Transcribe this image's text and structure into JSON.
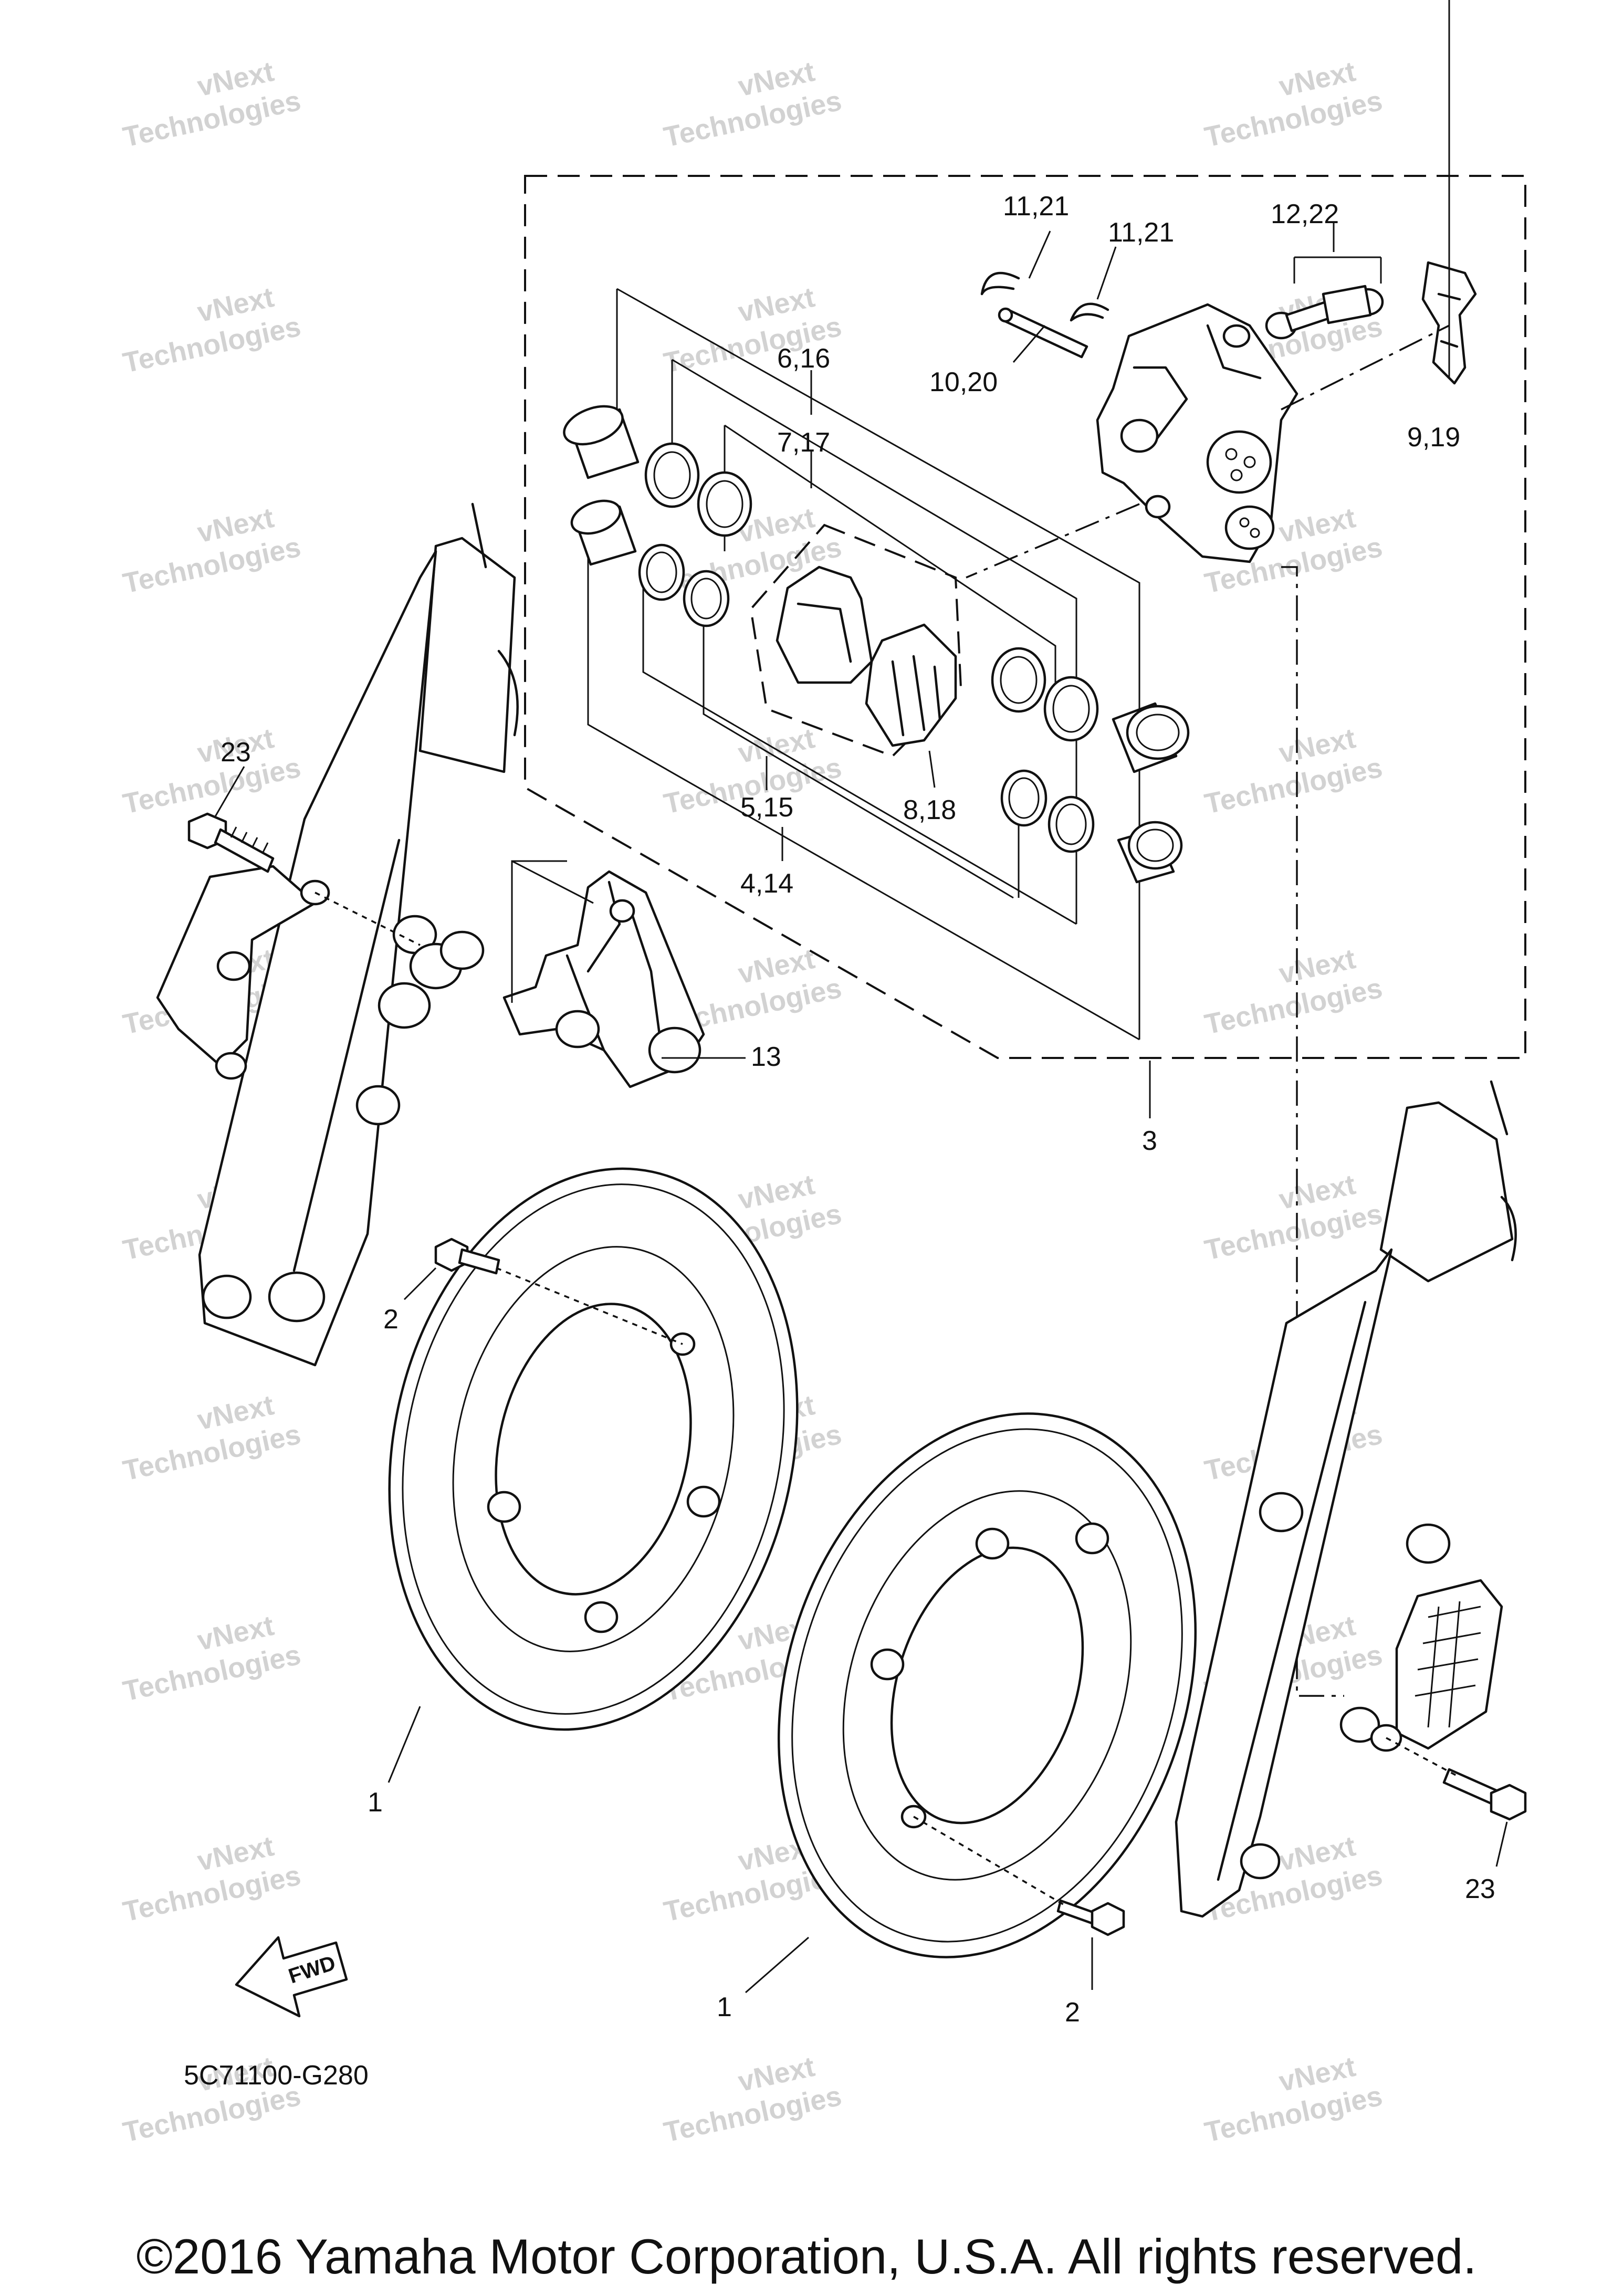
{
  "diagram_code": "5C71100-G280",
  "copyright": "©2016 Yamaha Motor Corporation, U.S.A. All rights reserved.",
  "fwd_label": "FWD",
  "watermark": {
    "line1": "vNext",
    "line2": "Technologies"
  },
  "callouts": {
    "c1a": "1",
    "c1b": "1",
    "c2a": "2",
    "c2b": "2",
    "c3": "3",
    "c4_14": "4,14",
    "c5_15": "5,15",
    "c6_16": "6,16",
    "c7_17": "7,17",
    "c8_18": "8,18",
    "c9_19": "9,19",
    "c10_20": "10,20",
    "c11_21a": "11,21",
    "c11_21b": "11,21",
    "c12_22": "12,22",
    "c13": "13",
    "c23a": "23",
    "c23b": "23"
  }
}
